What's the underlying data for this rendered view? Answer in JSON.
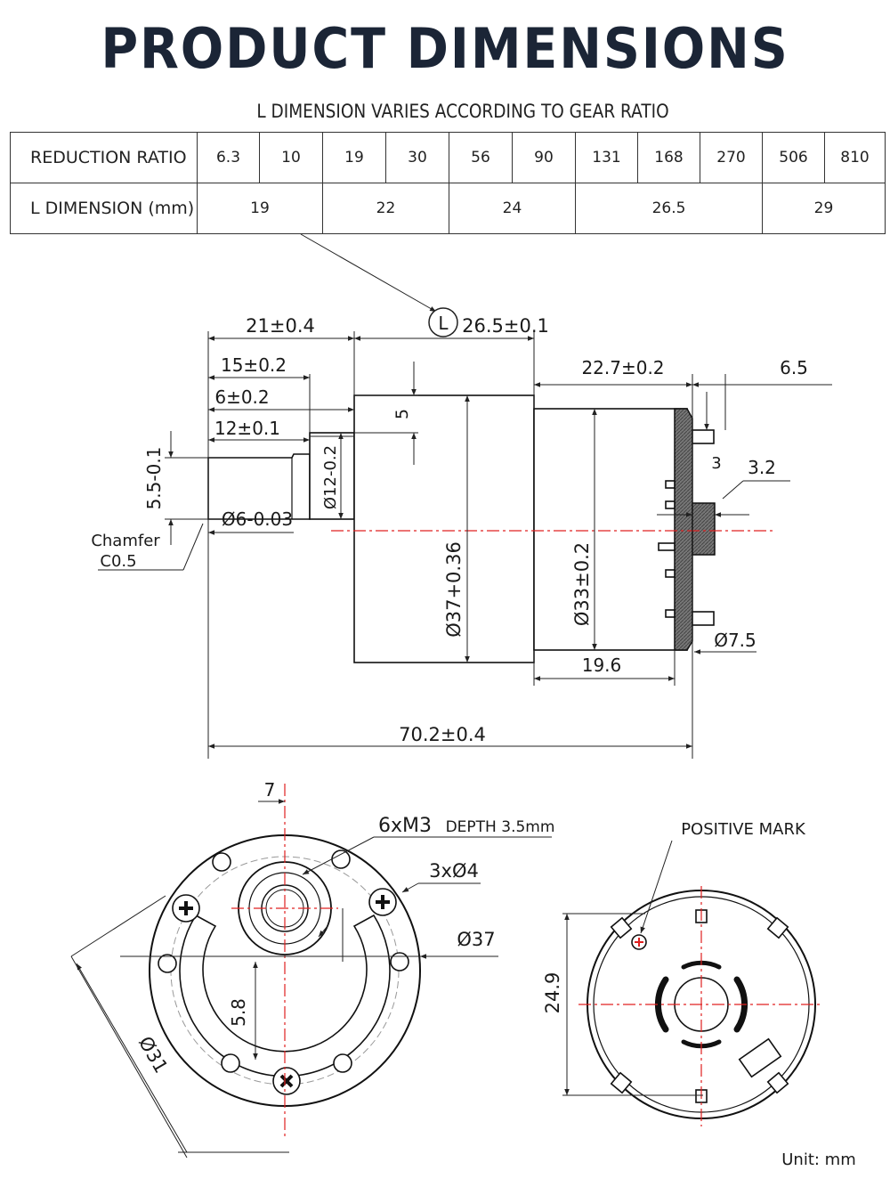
{
  "title": "PRODUCT DIMENSIONS",
  "subtitle": "L DIMENSION VARIES ACCORDING TO GEAR RATIO",
  "table": {
    "row1_label": "REDUCTION RATIO",
    "ratios": [
      "6.3",
      "10",
      "19",
      "30",
      "56",
      "90",
      "131",
      "168",
      "270",
      "506",
      "810"
    ],
    "row2_label": "L DIMENSION (mm)",
    "l_values": [
      "19",
      "22",
      "24",
      "26.5",
      "29"
    ]
  },
  "side_view": {
    "l_marker": "L",
    "dim_21": "21±0.4",
    "dim_L": "26.5±0.1",
    "dim_15": "15±0.2",
    "dim_6": "6±0.2",
    "dim_12": "12±0.1",
    "dim_5": "5",
    "dim_227": "22.7±0.2",
    "dim_65": "6.5",
    "dim_55": "5.5-0.1",
    "dim_d12": "Ø12-0.2",
    "dim_d37": "Ø37+0.36",
    "dim_d33": "Ø33±0.2",
    "dim_3": "3",
    "dim_32": "3.2",
    "dim_d6": "Ø6-0.03",
    "chamfer_line1": "Chamfer",
    "chamfer_line2": "C0.5",
    "dim_75": "Ø7.5",
    "dim_196": "19.6",
    "dim_702": "70.2±0.4"
  },
  "front_view": {
    "dim_7": "7",
    "holes": "6xM3",
    "depth": "DEPTH 3.5mm",
    "holes_d4": "3xØ4",
    "dim_d37": "Ø37",
    "dim_58": "5.8",
    "dim_d31": "Ø31"
  },
  "rear_view": {
    "positive_mark": "POSITIVE MARK",
    "dim_249": "24.9"
  },
  "unit": "Unit: mm"
}
